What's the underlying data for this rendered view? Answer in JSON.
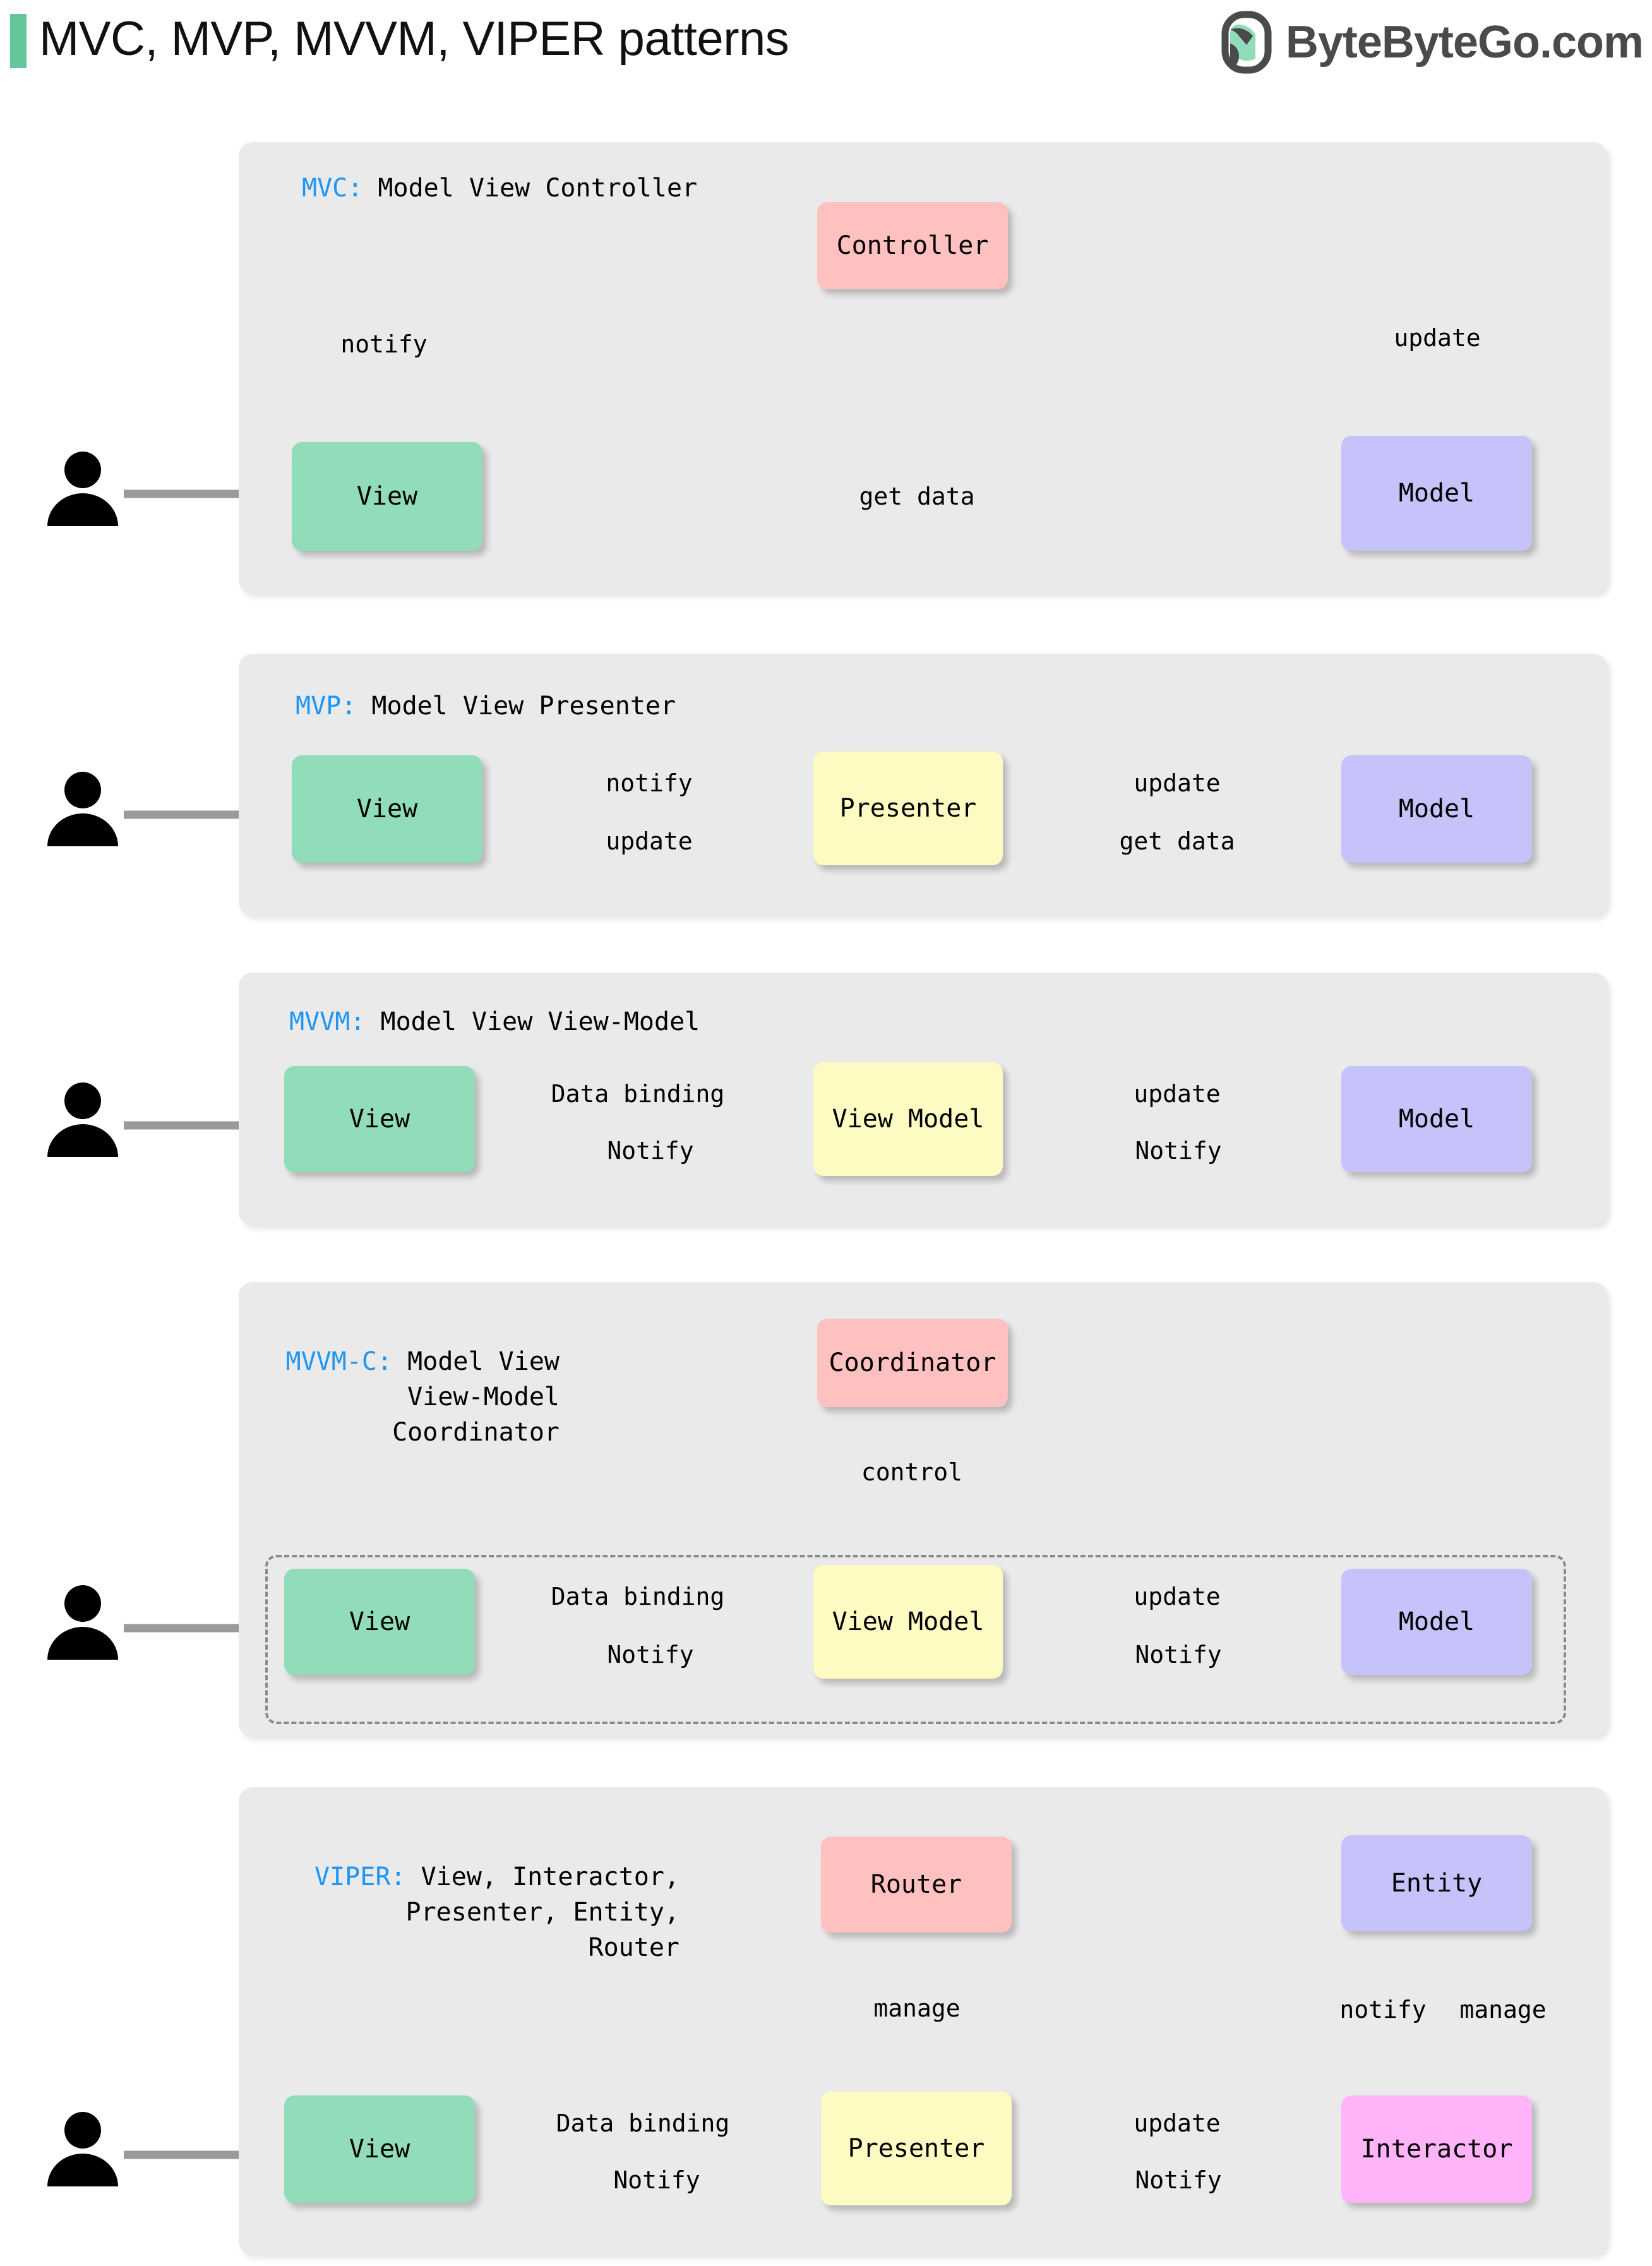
{
  "header": {
    "title": "MVC, MVP, MVVM, VIPER patterns",
    "brand_text": "ByteByteGo.com",
    "accent_color": "#63c79b",
    "logo_name": "bytebytego-logo"
  },
  "colors": {
    "panel_bg": "#eaeaea",
    "view_green": "#91ddba",
    "model_purple": "#c6c3fb",
    "controller_pink": "#ffc0c0",
    "presenter_yellow": "#fdfbc2",
    "interactor_magenta": "#ffb4fa",
    "arrow_gray": "#9a9a9a",
    "tag_blue": "#1e96f5"
  },
  "sections": [
    {
      "id": "mvc",
      "tag": "MVC:",
      "title_lines": [
        "Model View Controller"
      ],
      "nodes": [
        {
          "id": "mvc-view",
          "label": "View",
          "color": "green"
        },
        {
          "id": "mvc-controller",
          "label": "Controller",
          "color": "pink"
        },
        {
          "id": "mvc-model",
          "label": "Model",
          "color": "purple"
        }
      ],
      "edges": [
        {
          "from": "user",
          "to": "mvc-view",
          "label": "",
          "style": "solid"
        },
        {
          "from": "mvc-view",
          "to": "mvc-controller",
          "label": "notify",
          "style": "solid"
        },
        {
          "from": "mvc-controller",
          "to": "mvc-model",
          "label": "update",
          "style": "solid"
        },
        {
          "from": "mvc-model",
          "to": "mvc-view",
          "label": "get data",
          "style": "solid"
        }
      ]
    },
    {
      "id": "mvp",
      "tag": "MVP:",
      "title_lines": [
        "Model View Presenter"
      ],
      "nodes": [
        {
          "id": "mvp-view",
          "label": "View",
          "color": "green"
        },
        {
          "id": "mvp-presenter",
          "label": "Presenter",
          "color": "yellow"
        },
        {
          "id": "mvp-model",
          "label": "Model",
          "color": "purple"
        }
      ],
      "edges": [
        {
          "from": "user",
          "to": "mvp-view",
          "label": "",
          "style": "solid"
        },
        {
          "from": "mvp-view",
          "to": "mvp-presenter",
          "label": "notify",
          "style": "solid"
        },
        {
          "from": "mvp-presenter",
          "to": "mvp-model",
          "label": "update",
          "style": "solid"
        },
        {
          "from": "mvp-presenter",
          "to": "mvp-view",
          "label": "update",
          "style": "solid"
        },
        {
          "from": "mvp-model",
          "to": "mvp-presenter",
          "label": "get data",
          "style": "solid"
        }
      ]
    },
    {
      "id": "mvvm",
      "tag": "MVVM:",
      "title_lines": [
        "Model View View-Model"
      ],
      "nodes": [
        {
          "id": "mvvm-view",
          "label": "View",
          "color": "green"
        },
        {
          "id": "mvvm-viewmodel",
          "label": "View Model",
          "color": "yellow"
        },
        {
          "id": "mvvm-model",
          "label": "Model",
          "color": "purple"
        }
      ],
      "edges": [
        {
          "from": "user",
          "to": "mvvm-view",
          "label": "",
          "style": "solid"
        },
        {
          "from": "mvvm-view",
          "to": "mvvm-viewmodel",
          "label": "Data binding",
          "style": "solid"
        },
        {
          "from": "mvvm-viewmodel",
          "to": "mvvm-model",
          "label": "update",
          "style": "solid"
        },
        {
          "from": "mvvm-viewmodel",
          "to": "mvvm-view",
          "label": "Notify",
          "style": "dashed"
        },
        {
          "from": "mvvm-model",
          "to": "mvvm-viewmodel",
          "label": "Notify",
          "style": "dashed"
        }
      ]
    },
    {
      "id": "mvvmc",
      "tag": "MVVM-C:",
      "title_lines": [
        "Model View",
        "View-Model",
        "Coordinator"
      ],
      "nodes": [
        {
          "id": "mvvmc-coordinator",
          "label": "Coordinator",
          "color": "pink"
        },
        {
          "id": "mvvmc-view",
          "label": "View",
          "color": "green"
        },
        {
          "id": "mvvmc-viewmodel",
          "label": "View Model",
          "color": "yellow"
        },
        {
          "id": "mvvmc-model",
          "label": "Model",
          "color": "purple"
        }
      ],
      "edges": [
        {
          "from": "user",
          "to": "mvvmc-view",
          "label": "",
          "style": "solid"
        },
        {
          "from": "mvvmc-coordinator",
          "to": "mvvmc-viewmodel",
          "label": "control",
          "style": "solid"
        },
        {
          "from": "mvvmc-view",
          "to": "mvvmc-viewmodel",
          "label": "Data binding",
          "style": "solid"
        },
        {
          "from": "mvvmc-viewmodel",
          "to": "mvvmc-model",
          "label": "update",
          "style": "solid"
        },
        {
          "from": "mvvmc-viewmodel",
          "to": "mvvmc-view",
          "label": "Notify",
          "style": "dashed"
        },
        {
          "from": "mvvmc-model",
          "to": "mvvmc-viewmodel",
          "label": "Notify",
          "style": "dashed"
        }
      ]
    },
    {
      "id": "viper",
      "tag": "VIPER:",
      "title_lines": [
        "View, Interactor,",
        "Presenter, Entity,",
        "Router"
      ],
      "nodes": [
        {
          "id": "viper-router",
          "label": "Router",
          "color": "pink"
        },
        {
          "id": "viper-entity",
          "label": "Entity",
          "color": "purple"
        },
        {
          "id": "viper-view",
          "label": "View",
          "color": "green"
        },
        {
          "id": "viper-presenter",
          "label": "Presenter",
          "color": "yellow"
        },
        {
          "id": "viper-interactor",
          "label": "Interactor",
          "color": "magenta"
        }
      ],
      "edges": [
        {
          "from": "user",
          "to": "viper-view",
          "label": "",
          "style": "solid"
        },
        {
          "from": "viper-router",
          "to": "viper-presenter",
          "label": "manage",
          "style": "solid"
        },
        {
          "from": "viper-entity",
          "to": "viper-interactor",
          "label": "notify",
          "style": "solid"
        },
        {
          "from": "viper-interactor",
          "to": "viper-entity",
          "label": "manage",
          "style": "solid"
        },
        {
          "from": "viper-view",
          "to": "viper-presenter",
          "label": "Data binding",
          "style": "solid"
        },
        {
          "from": "viper-presenter",
          "to": "viper-interactor",
          "label": "update",
          "style": "solid"
        },
        {
          "from": "viper-presenter",
          "to": "viper-view",
          "label": "Notify",
          "style": "dashed"
        },
        {
          "from": "viper-interactor",
          "to": "viper-presenter",
          "label": "Notify",
          "style": "dashed"
        }
      ]
    }
  ]
}
